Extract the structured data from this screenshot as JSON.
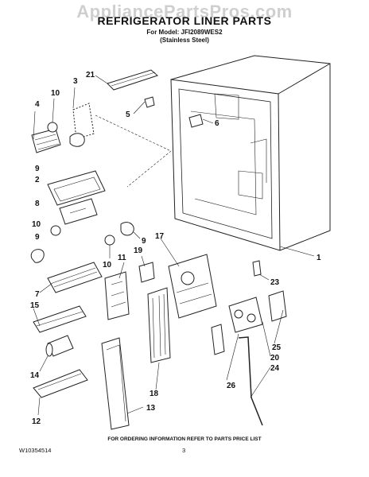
{
  "header": {
    "watermark": "AppliancePartsPros.com",
    "title": "REFRIGERATOR LINER PARTS",
    "model": "For Model: JFI2089WES2",
    "finish": "(Stainless Steel)"
  },
  "callouts": [
    "1",
    "2",
    "3",
    "4",
    "5",
    "6",
    "7",
    "8",
    "9",
    "10",
    "11",
    "12",
    "13",
    "14",
    "15",
    "17",
    "18",
    "19",
    "20",
    "21",
    "23",
    "24",
    "25",
    "26"
  ],
  "footer": {
    "note": "FOR ORDERING INFORMATION REFER TO PARTS PRICE LIST",
    "doc_number": "W10354514",
    "page_number": "3"
  }
}
